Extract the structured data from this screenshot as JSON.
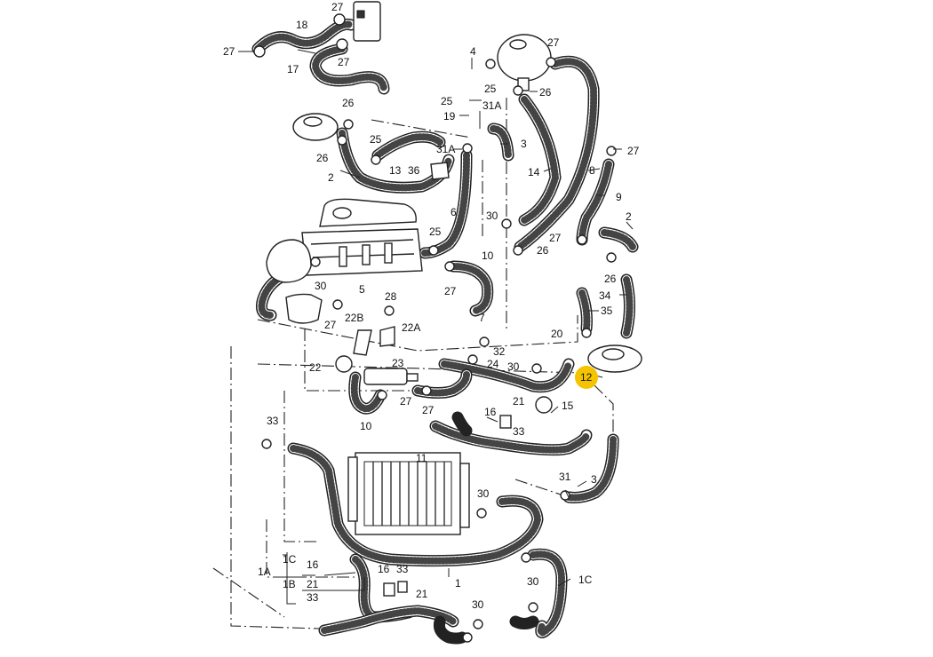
{
  "diagram": {
    "highlight_color": "#f5c400",
    "highlighted_label": "12",
    "labels": {
      "l_27_top": "27",
      "l_18": "18",
      "l_27_left": "27",
      "l_27_mid": "27",
      "l_17": "17",
      "l_4": "4",
      "l_27_tank": "27",
      "l_25_a": "25",
      "l_26_tank": "26",
      "l_25_b": "25",
      "l_19": "19",
      "l_31A_a": "31A",
      "l_3_a": "3",
      "l_26_a": "26",
      "l_25_c": "25",
      "l_26_b": "26",
      "l_13": "13",
      "l_31A_b": "31A",
      "l_36": "36",
      "l_14": "14",
      "l_8": "8",
      "l_27_r": "27",
      "l_9": "9",
      "l_2_a": "2",
      "l_6": "6",
      "l_30_a": "30",
      "l_2_b": "2",
      "l_27_b": "27",
      "l_26_c": "26",
      "l_26_d": "26",
      "l_25_d": "25",
      "l_10_a": "10",
      "l_30_b": "30",
      "l_27_c": "27",
      "l_34": "34",
      "l_5": "5",
      "l_28": "28",
      "l_35": "35",
      "l_7": "7",
      "l_22B": "22B",
      "l_27_d": "27",
      "l_22A": "22A",
      "l_20": "20",
      "l_22": "22",
      "l_23": "23",
      "l_32": "32",
      "l_24": "24",
      "l_30_c": "30",
      "l_12": "12",
      "l_27_e": "27",
      "l_27_f": "27",
      "l_21_a": "21",
      "l_15": "15",
      "l_10_b": "10",
      "l_16_a": "16",
      "l_33_a": "33",
      "l_33_b": "33",
      "l_11": "11",
      "l_30_d": "30",
      "l_31": "31",
      "l_3_b": "3",
      "l_1A": "1A",
      "l_1C_a": "1C",
      "l_16_b": "16",
      "l_1B": "1B",
      "l_21_b": "21",
      "l_33_c": "33",
      "l_16_c": "16",
      "l_33_d": "33",
      "l_21_c": "21",
      "l_1": "1",
      "l_30_e": "30",
      "l_1C_b": "1C",
      "l_30_f": "30"
    }
  }
}
